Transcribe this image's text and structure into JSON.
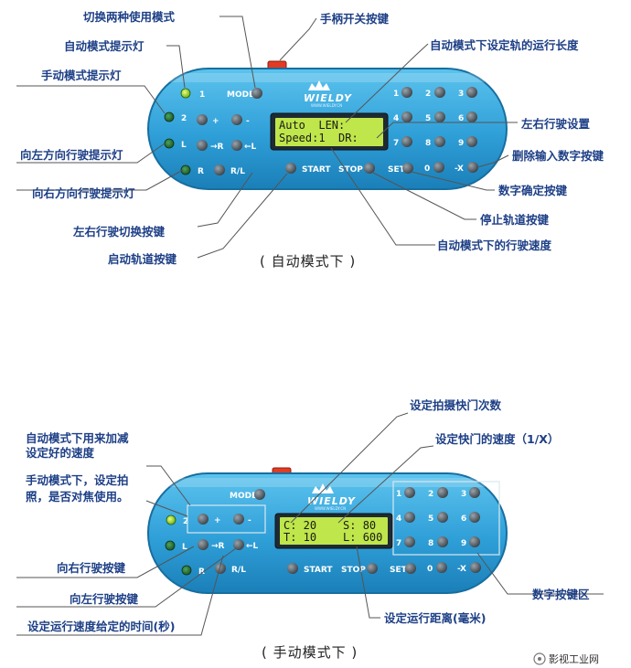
{
  "top_device": {
    "brand": "WIELDY",
    "brand_sub": "WWW.WIELDY.CN",
    "keys": {
      "led1": "1",
      "led2": "2",
      "ledL": "L",
      "ledR": "R",
      "plus": "+",
      "minus": "-",
      "right": "→R",
      "left": "←L",
      "mode": "MODE",
      "rl": "R/L",
      "start": "START",
      "stop": "STOP",
      "set": "SET",
      "n1": "1",
      "n2": "2",
      "n3": "3",
      "n4": "4",
      "n5": "5",
      "n6": "6",
      "n7": "7",
      "n8": "8",
      "n9": "9",
      "n0": "0",
      "x": "-X"
    },
    "lcd_line1": "Auto  LEN:",
    "lcd_line2": "Speed:1  DR:"
  },
  "bottom_device": {
    "brand": "WIELDY",
    "brand_sub": "WWW.WIELDY.CN",
    "keys": {
      "led2": "2",
      "ledL": "L",
      "ledR": "R",
      "plus": "+",
      "minus": "-",
      "right": "→R",
      "left": "←L",
      "mode": "MODE",
      "rl": "R/L",
      "start": "START",
      "stop": "STOP",
      "set": "SET",
      "n1": "1",
      "n2": "2",
      "n3": "3",
      "n4": "4",
      "n5": "5",
      "n6": "6",
      "n7": "7",
      "n8": "8",
      "n9": "9",
      "n0": "0",
      "x": "-X"
    },
    "lcd_line1": "C: 20    S: 80",
    "lcd_line2": "T: 10    L: 600"
  },
  "top_labels": {
    "switch_mode": "切换两种使用模式",
    "power_switch": "手柄开关按键",
    "auto_led": "自动模式提示灯",
    "track_length": "自动模式下设定轨的运行长度",
    "manual_led": "手动模式提示灯",
    "lr_setting": "左右行驶设置",
    "left_led": "向左方向行驶提示灯",
    "delete_key": "删除输入数字按键",
    "right_led": "向右方向行驶提示灯",
    "confirm_key": "数字确定按键",
    "lr_toggle": "左右行驶切换按键",
    "stop_key": "停止轨道按键",
    "start_key": "启动轨道按键",
    "auto_speed": "自动模式下的行驶速度"
  },
  "top_caption": "( 自动模式下 )",
  "bottom_labels": {
    "shutter_count": "设定拍摄快门次数",
    "shutter_speed": "设定快门的速度（1/X）",
    "adjust_line1": "自动模式下用来加减",
    "adjust_line2": "设定好的速度",
    "focus_line1": "手动模式下，设定拍",
    "focus_line2": "照，是否对焦使用。",
    "move_right": "向右行驶按键",
    "move_left": "向左行驶按键",
    "numpad": "数字按键区",
    "time_set": "设定运行速度给定的时间(秒)",
    "distance": "设定运行距离(毫米)"
  },
  "bottom_caption": "( 手动模式下 )",
  "watermark": "影视工业网",
  "colors": {
    "body": "#2f9fd8",
    "body_edge": "#176e9f",
    "lcd": "#bfe64a",
    "label": "#1d3f86",
    "power": "#e23b24"
  }
}
